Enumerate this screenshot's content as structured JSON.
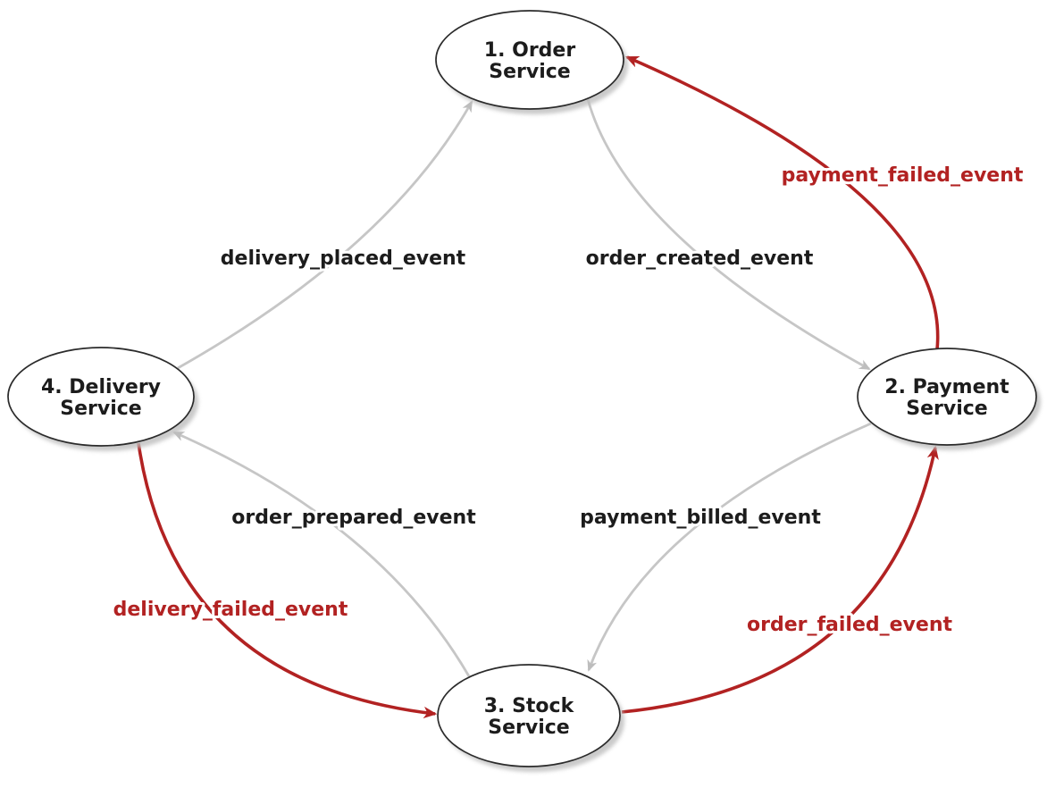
{
  "diagram": {
    "type": "saga-choreography-diagram",
    "colors": {
      "background": "#ffffff",
      "success_edge": "#c6c6c6",
      "failure_edge": "#b22222",
      "node_fill": "#ffffff",
      "node_border": "#2b2b2b",
      "node_text": "#1c1c1c",
      "success_label": "#1c1c1c",
      "failure_label": "#b22222"
    },
    "nodes": [
      {
        "id": "order-service",
        "label": "1. Order Service",
        "line1": "1. Order",
        "line2": "Service",
        "position": "top"
      },
      {
        "id": "payment-service",
        "label": "2. Payment Service",
        "line1": "2. Payment",
        "line2": "Service",
        "position": "right"
      },
      {
        "id": "stock-service",
        "label": "3. Stock Service",
        "line1": "3. Stock",
        "line2": "Service",
        "position": "bottom"
      },
      {
        "id": "delivery-service",
        "label": "4. Delivery Service",
        "line1": "4. Delivery",
        "line2": "Service",
        "position": "left"
      }
    ],
    "edges": [
      {
        "label": "delivery_placed_event",
        "from": "4. Delivery Service",
        "to": "1. Order Service",
        "kind": "success"
      },
      {
        "label": "order_created_event",
        "from": "1. Order Service",
        "to": "2. Payment Service",
        "kind": "success"
      },
      {
        "label": "payment_failed_event",
        "from": "2. Payment Service",
        "to": "1. Order Service",
        "kind": "failure"
      },
      {
        "label": "order_prepared_event",
        "from": "3. Stock Service",
        "to": "4. Delivery Service",
        "kind": "success"
      },
      {
        "label": "payment_billed_event",
        "from": "2. Payment Service",
        "to": "3. Stock Service",
        "kind": "success"
      },
      {
        "label": "delivery_failed_event",
        "from": "4. Delivery Service",
        "to": "3. Stock Service",
        "kind": "failure"
      },
      {
        "label": "order_failed_event",
        "from": "3. Stock Service",
        "to": "2. Payment Service",
        "kind": "failure"
      }
    ]
  }
}
